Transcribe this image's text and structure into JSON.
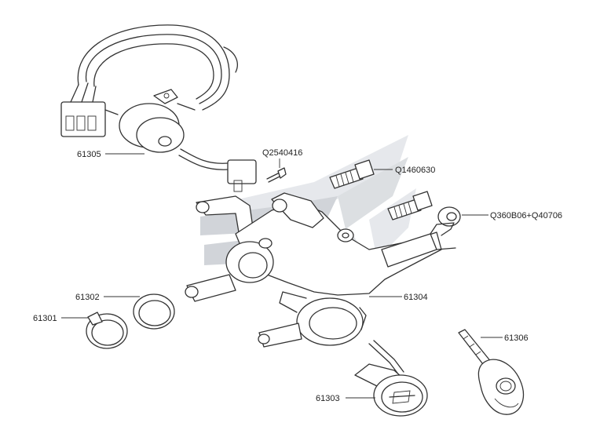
{
  "colors": {
    "line": "#333333",
    "watermark": "#c9cdd3",
    "watermark_light": "#e2e5e9",
    "background": "#ffffff"
  },
  "labels": {
    "p61305": "61305",
    "pQ2540416": "Q2540416",
    "pQ1460630": "Q1460630",
    "pQ360B06": "Q360B06+Q40706",
    "p61302": "61302",
    "p61301": "61301",
    "p61304": "61304",
    "p61306": "61306",
    "p61303": "61303"
  }
}
